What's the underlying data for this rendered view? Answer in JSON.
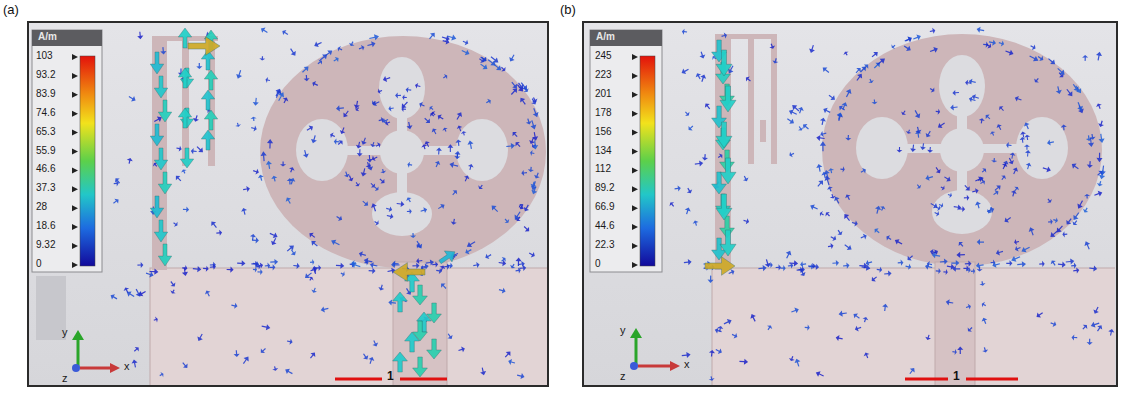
{
  "diagram": {
    "labels": [
      "(a)",
      "(b)",
      "A/m",
      "103",
      "93.2",
      "83.9",
      "74.6",
      "65.3",
      "55.9",
      "46.6",
      "37.3",
      "28",
      "18.6",
      "9.32",
      "0",
      "y",
      "z",
      "x",
      "1",
      "A/m",
      "245",
      "223",
      "201",
      "178",
      "156",
      "134",
      "112",
      "89.2",
      "66.9",
      "44.6",
      "22.3",
      "0",
      "y",
      "z",
      "x",
      "1"
    ]
  }
}
